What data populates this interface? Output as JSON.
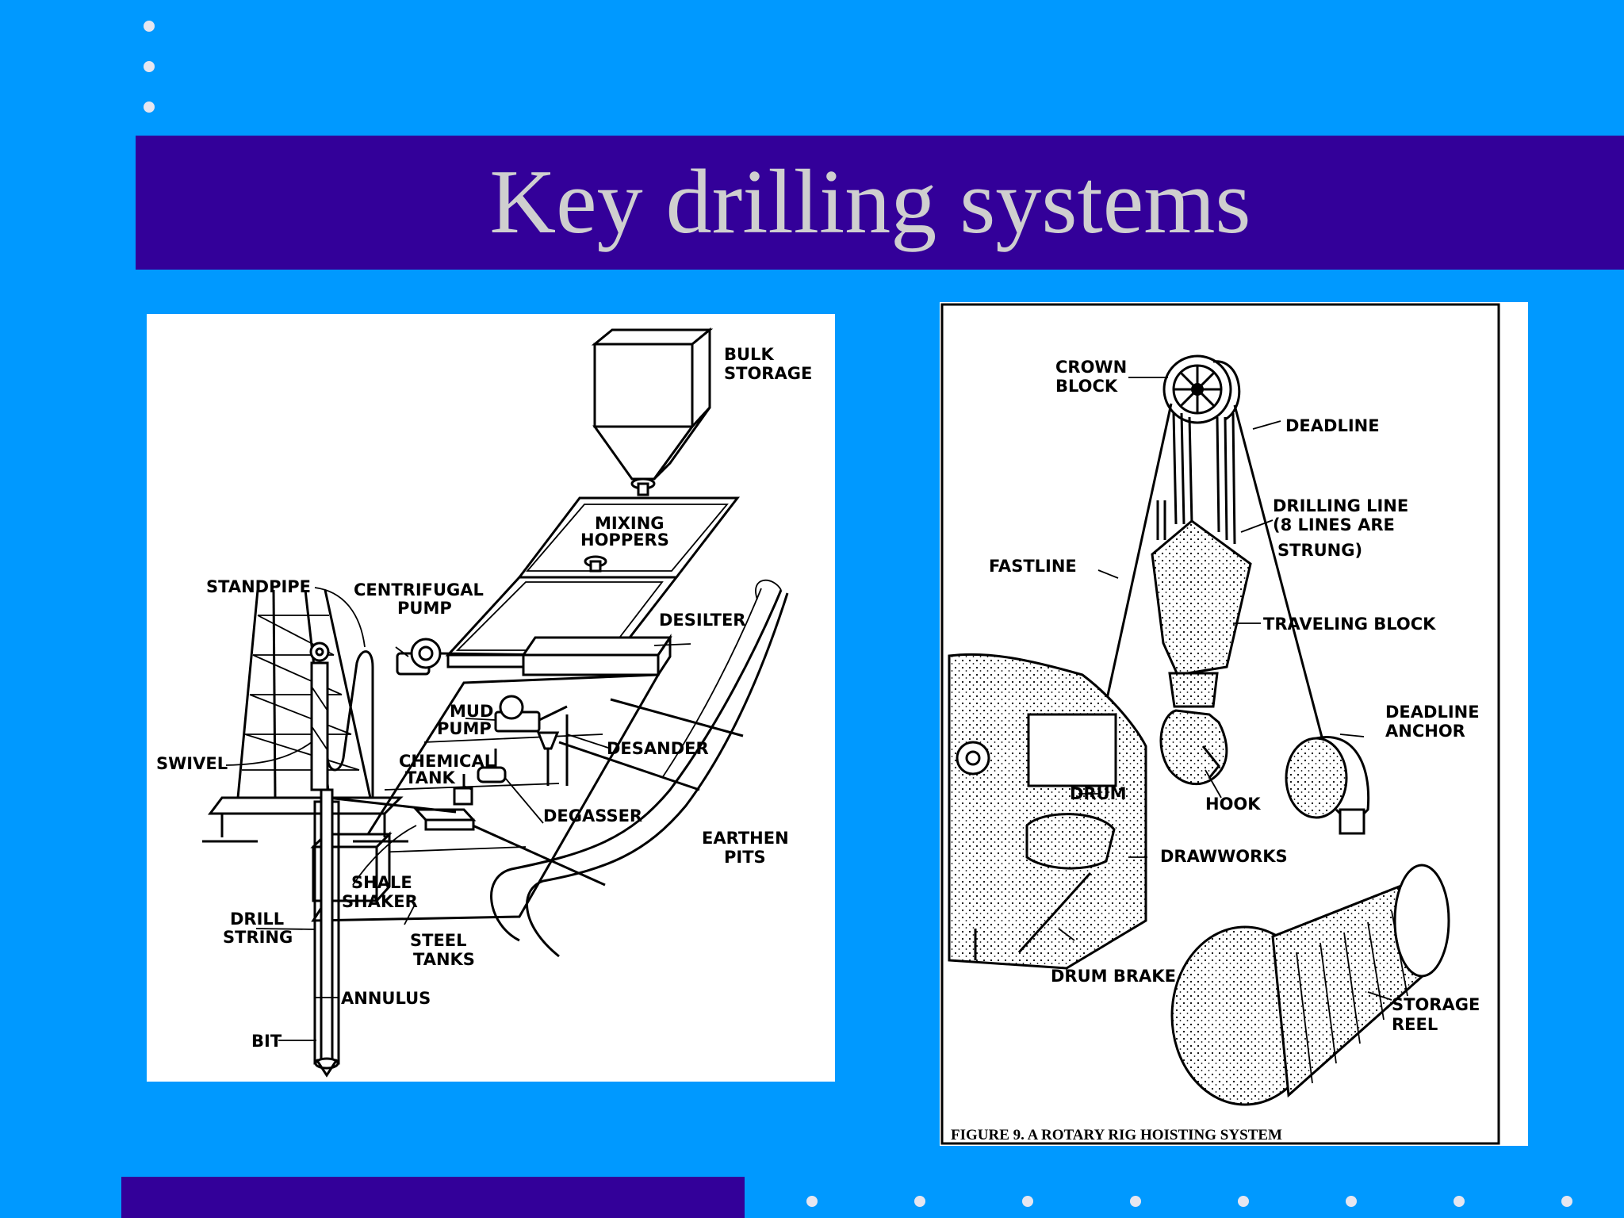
{
  "slide": {
    "title": "Key drilling systems",
    "colors": {
      "background": "#0099ff",
      "band": "#330099",
      "title_text": "#cfcfcf",
      "bullet_dot": "#e6e6f0"
    }
  },
  "left_figure": {
    "labels": {
      "bulk_storage": [
        "BULK",
        "STORAGE"
      ],
      "mixing_hoppers": [
        "MIXING",
        "HOPPERS"
      ],
      "standpipe": "STANDPIPE",
      "centrifugal_pump": [
        "CENTRIFUGAL",
        "PUMP"
      ],
      "desilter": "DESILTER",
      "mud_pump": [
        "MUD",
        "PUMP"
      ],
      "swivel": "SWIVEL",
      "chemical_tank": [
        "CHEMICAL",
        "TANK"
      ],
      "desander": "DESANDER",
      "degasser": "DEGASSER",
      "earthen_pits": [
        "EARTHEN",
        "PITS"
      ],
      "shale_shaker": [
        "SHALE",
        "SHAKER"
      ],
      "drill_string": [
        "DRILL",
        "STRING"
      ],
      "steel_tanks": [
        "STEEL",
        "TANKS"
      ],
      "annulus": "ANNULUS",
      "bit": "BIT"
    }
  },
  "right_figure": {
    "labels": {
      "crown_block": [
        "CROWN",
        "BLOCK"
      ],
      "deadline": "DEADLINE",
      "drilling_line": [
        "DRILLING LINE",
        "(8 LINES ARE",
        "STRUNG)"
      ],
      "fastline": "FASTLINE",
      "traveling_block": "TRAVELING BLOCK",
      "deadline_anchor": [
        "DEADLINE",
        "ANCHOR"
      ],
      "drum": "DRUM",
      "hook": "HOOK",
      "drawworks": "DRAWWORKS",
      "drum_brake": "DRUM BRAKE",
      "storage_reel": [
        "STORAGE",
        "REEL"
      ]
    },
    "caption": "FIGURE 9.  A ROTARY RIG HOISTING SYSTEM"
  }
}
